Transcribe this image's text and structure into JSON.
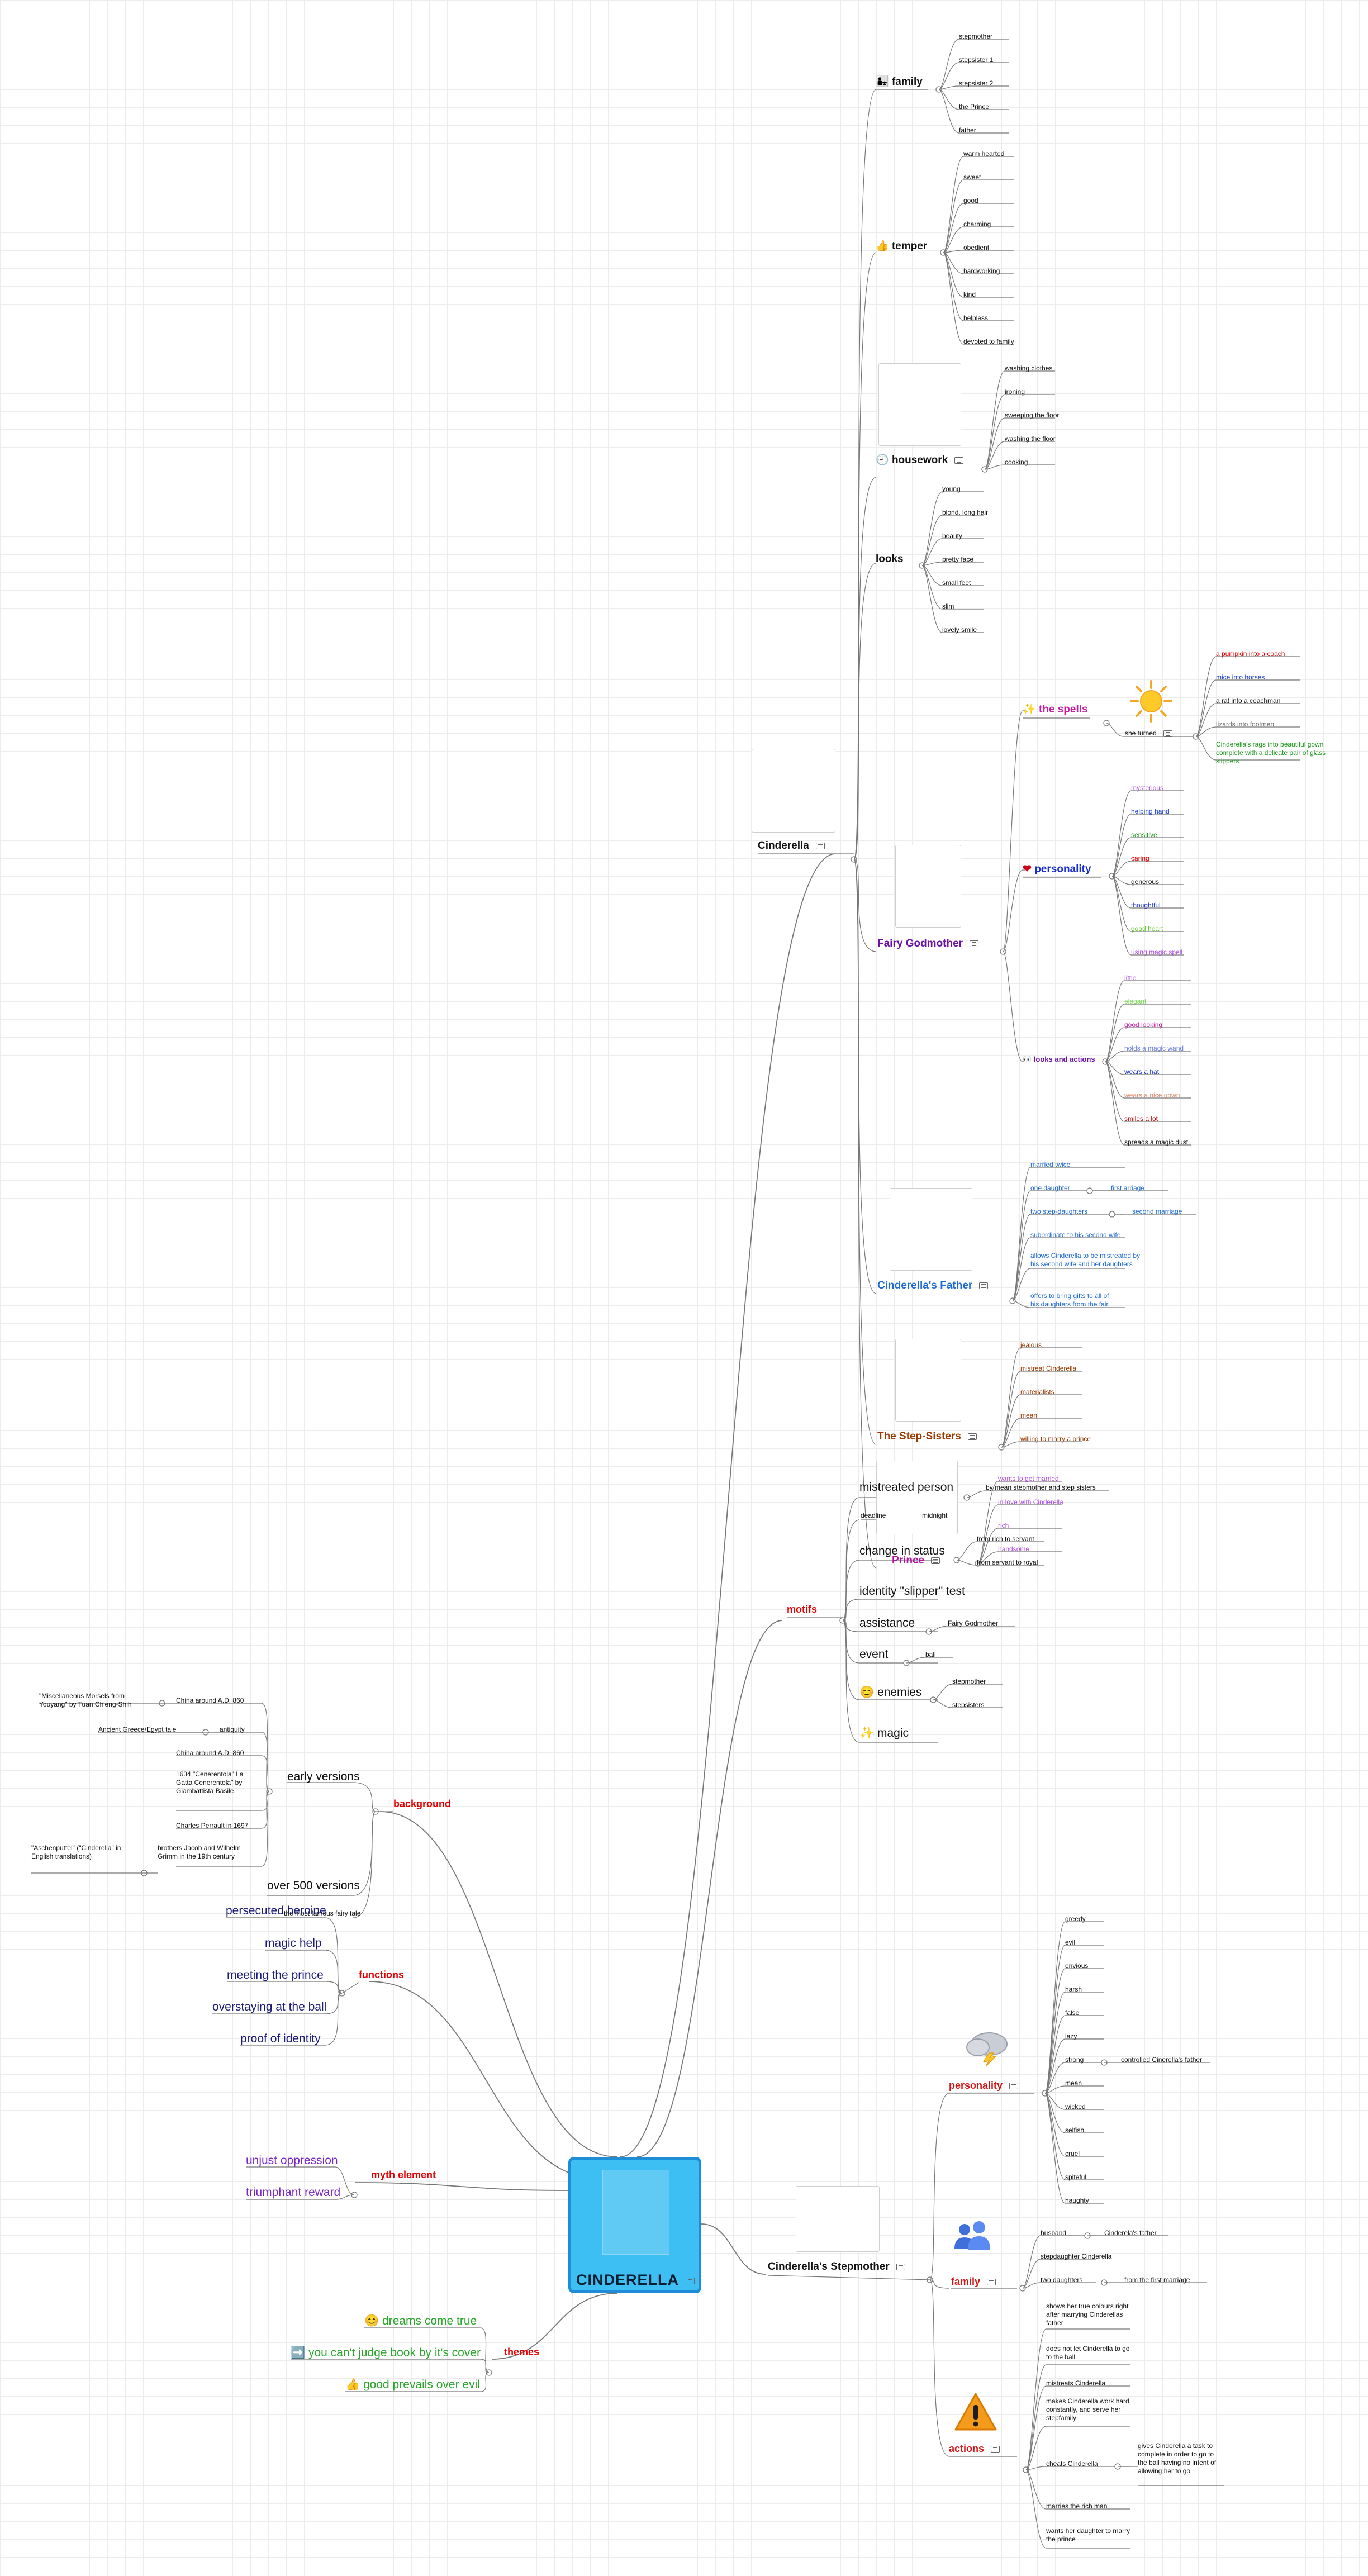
{
  "root": {
    "title": "CINDERELLA"
  },
  "branches": {
    "cinderella": {
      "label": "Cinderella",
      "family": {
        "label": "family",
        "items": [
          "stepmother",
          "stepsister 1",
          "stepsister 2",
          "the Prince",
          "father"
        ]
      },
      "temper": {
        "label": "temper",
        "items": [
          "warm hearted",
          "sweet",
          "good",
          "charming",
          "obedient",
          "hardworking",
          "kind",
          "helpless",
          "devoted to family"
        ]
      },
      "housework": {
        "label": "housework",
        "items": [
          "washing clothes",
          "ironing",
          "sweeping the floor",
          "washing the floor",
          "cooking"
        ]
      },
      "looks": {
        "label": "looks",
        "items": [
          "young",
          "blond, long hair",
          "beauty",
          "pretty face",
          "small feet",
          "slim",
          "lovely smile"
        ]
      },
      "fairy_godmother": {
        "label": "Fairy Godmother",
        "spells": {
          "label": "the spells",
          "she_turned": "she turned",
          "items": [
            "a pumpkin into a coach",
            "mice into horses",
            "a rat into a coachman",
            "lizards into footmen",
            "Cinderella's rags into beautiful gown complete with a delicate pair of glass slippers"
          ]
        },
        "personality": {
          "label": "personality",
          "items": [
            "mysterious",
            "helping hand",
            "sensitive",
            "caring",
            "generous",
            "thoughtful",
            "good heart",
            "using magic spell"
          ]
        },
        "looks_actions": {
          "label": "looks and actions",
          "items": [
            "little",
            "elegant",
            "good looking",
            "holds a magic wand",
            "wears a hat",
            "wears a nice gown",
            "smiles a lot",
            "spreads a magic dust"
          ]
        }
      },
      "father": {
        "label": "Cinderella's Father",
        "married": "married twice",
        "one_daughter": "one daughter",
        "first_marriage": "first arriage",
        "two_step": "two step-daughters",
        "second_marriage": "second marriage",
        "subordinate": "subordinate to his second wife",
        "allows": "allows Cinderella to be mistreated by his second wife and her daughters",
        "offers": "offers to bring gifts to all of his daughters from the fair"
      },
      "step_sisters": {
        "label": "The Step-Sisters",
        "items": [
          "jealous",
          "mistreat Cinderella",
          "materialists",
          "mean",
          "willing to marry a prince"
        ]
      },
      "prince": {
        "label": "Prince",
        "items": [
          "wants to get married",
          "in love with Cinderella",
          "rich",
          "handsome"
        ]
      }
    },
    "motifs": {
      "label": "motifs",
      "mistreated": "mistreated person",
      "mistreated_by": "by mean stepmother and step sisters",
      "status": "change in status",
      "status_items": [
        "from rich to servant",
        "from servant to royal"
      ],
      "slipper": "identity \"slipper\" test",
      "assistance": "assistance",
      "assistance_by": "Fairy Godmother",
      "event": "event",
      "event_item": "ball",
      "deadline": "deadline",
      "midnight": "midnight",
      "enemies": "enemies",
      "enemies_items": [
        "stepmother",
        "stepsisters"
      ],
      "magic": "magic"
    },
    "background": {
      "label": "background",
      "early": "early versions",
      "versions": [
        {
          "label": "China around A.D. 860",
          "sub": "\"Miscellaneous Morsels from Youyang\" by Tuan Ch'eng-Shih"
        },
        {
          "label": "antiquity",
          "sub": "Ancient Greece/Egypt tale"
        },
        {
          "label": "China around A.D. 860",
          "sub": ""
        },
        {
          "label": "1634 \"Cenerentola\" La Gatta Cenerentola\" by Giambattista Basile",
          "sub": ""
        },
        {
          "label": "Charles Perrault in 1697",
          "sub": ""
        },
        {
          "label": "brothers Jacob and Wilhelm Grimm in the 19th century",
          "sub": "\"Aschenputtel\" (\"Cinderella\" in English translations)"
        }
      ],
      "over500": "over 500 versions",
      "famous": "the most famous fairy tale"
    },
    "functions": {
      "label": "functions",
      "items": [
        "persecuted heroine",
        "magic help",
        "meeting the prince",
        "overstaying at the ball",
        "proof of identity"
      ]
    },
    "myth": {
      "label": "myth element",
      "items": [
        "unjust oppression",
        "triumphant reward"
      ]
    },
    "themes": {
      "label": "themes",
      "items": [
        "dreams come true",
        "you can't judge book by it's cover",
        "good prevails over evil"
      ]
    },
    "stepmother": {
      "label": "Cinderella's Stepmother",
      "personality": {
        "label": "personality",
        "items": [
          "greedy",
          "evil",
          "envious",
          "harsh",
          "false",
          "lazy",
          "strong",
          "mean",
          "wicked",
          "selfish",
          "cruel",
          "spiteful",
          "haughty"
        ],
        "strong_detail": "controlled Cinerella's father"
      },
      "family": {
        "label": "family",
        "husband": "husband",
        "husband_detail": "Cinderela's father",
        "stepdaughter": "stepdaughter Cinderella",
        "two": "two daughters",
        "two_detail": "from the first marriage"
      },
      "actions": {
        "label": "actions",
        "items": [
          "shows her true colours right after marrying Cinderellas father",
          "does not let Cinderella to go to the ball",
          "mistreats Cinderella",
          "makes Cinderella work hard constantly, and serve her stepfamily",
          "cheats Cinderella",
          "marries the rich man",
          "wants her daughter to marry the prince"
        ],
        "cheats_detail": "gives Cinderella a task to complete in order to go to the ball having no intent of allowing her to go"
      }
    }
  }
}
